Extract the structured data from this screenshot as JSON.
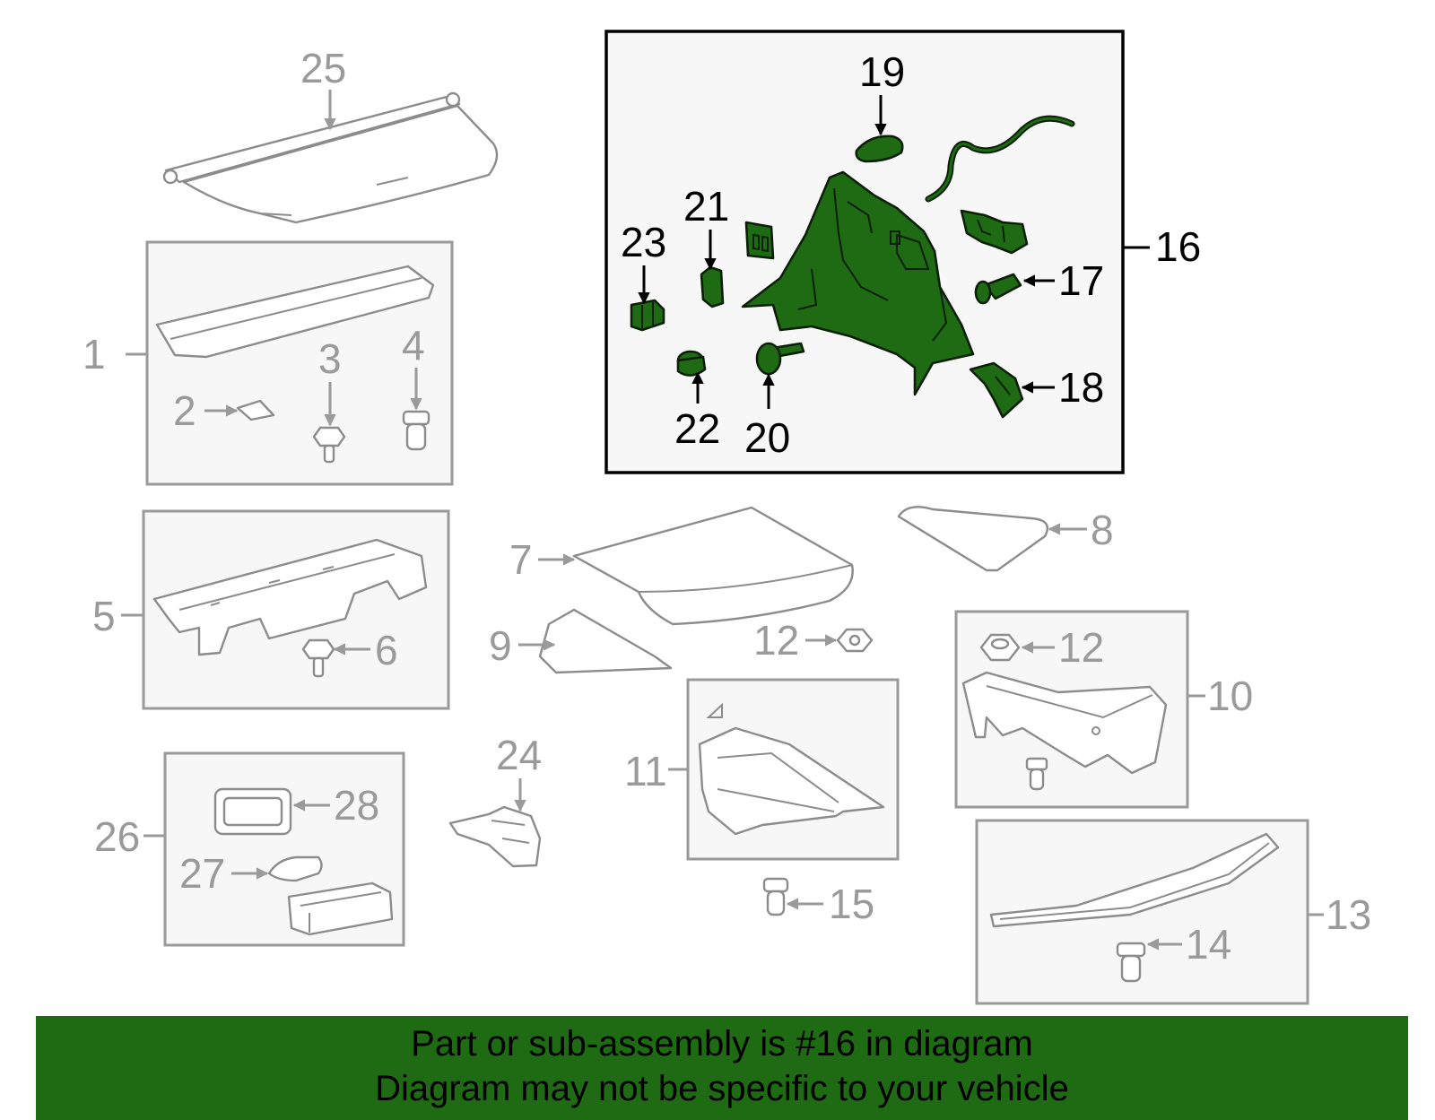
{
  "diagram": {
    "callouts": {
      "n1": "1",
      "n2": "2",
      "n3": "3",
      "n4": "4",
      "n5": "5",
      "n6": "6",
      "n7": "7",
      "n8": "8",
      "n9": "9",
      "n10": "10",
      "n11": "11",
      "n12a": "12",
      "n12b": "12",
      "n13": "13",
      "n14": "14",
      "n15": "15",
      "n16": "16",
      "n17": "17",
      "n18": "18",
      "n19": "19",
      "n20": "20",
      "n21": "21",
      "n22": "22",
      "n23": "23",
      "n24": "24",
      "n25": "25",
      "n26": "26",
      "n27": "27",
      "n28": "28"
    },
    "highlight_color": "#1e6b14",
    "highlighted_part": "16"
  },
  "banner": {
    "line1": "Part or sub-assembly is #16 in diagram",
    "line2": "Diagram may not be specific to your vehicle"
  }
}
